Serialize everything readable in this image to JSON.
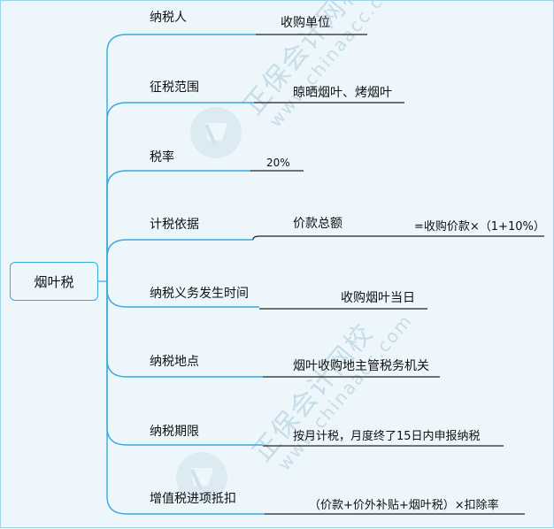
{
  "root": {
    "label": "烟叶税"
  },
  "branches": [
    {
      "label": "纳税人",
      "values": [
        "收购单位"
      ]
    },
    {
      "label": "征税范围",
      "values": [
        "晾晒烟叶、烤烟叶"
      ]
    },
    {
      "label": "税率",
      "values": [
        "20%"
      ]
    },
    {
      "label": "计税依据",
      "values": [
        "价款总额",
        "=收购价款×（1+10%）"
      ]
    },
    {
      "label": "纳税义务发生时间",
      "values": [
        "收购烟叶当日"
      ]
    },
    {
      "label": "纳税地点",
      "values": [
        "烟叶收购地主管税务机关"
      ]
    },
    {
      "label": "纳税期限",
      "values": [
        "按月计税，月度终了15日内申报纳税"
      ]
    },
    {
      "label": "增值税进项抵扣",
      "values": [
        "（价款+价外补贴+烟叶税）×扣除率"
      ]
    }
  ],
  "watermark": {
    "brand": "正保会计网校",
    "site": "www.chinaacc.com"
  },
  "colors": {
    "line": "#39a9dc",
    "underline": "#222222",
    "background": "#ecf6fb"
  }
}
